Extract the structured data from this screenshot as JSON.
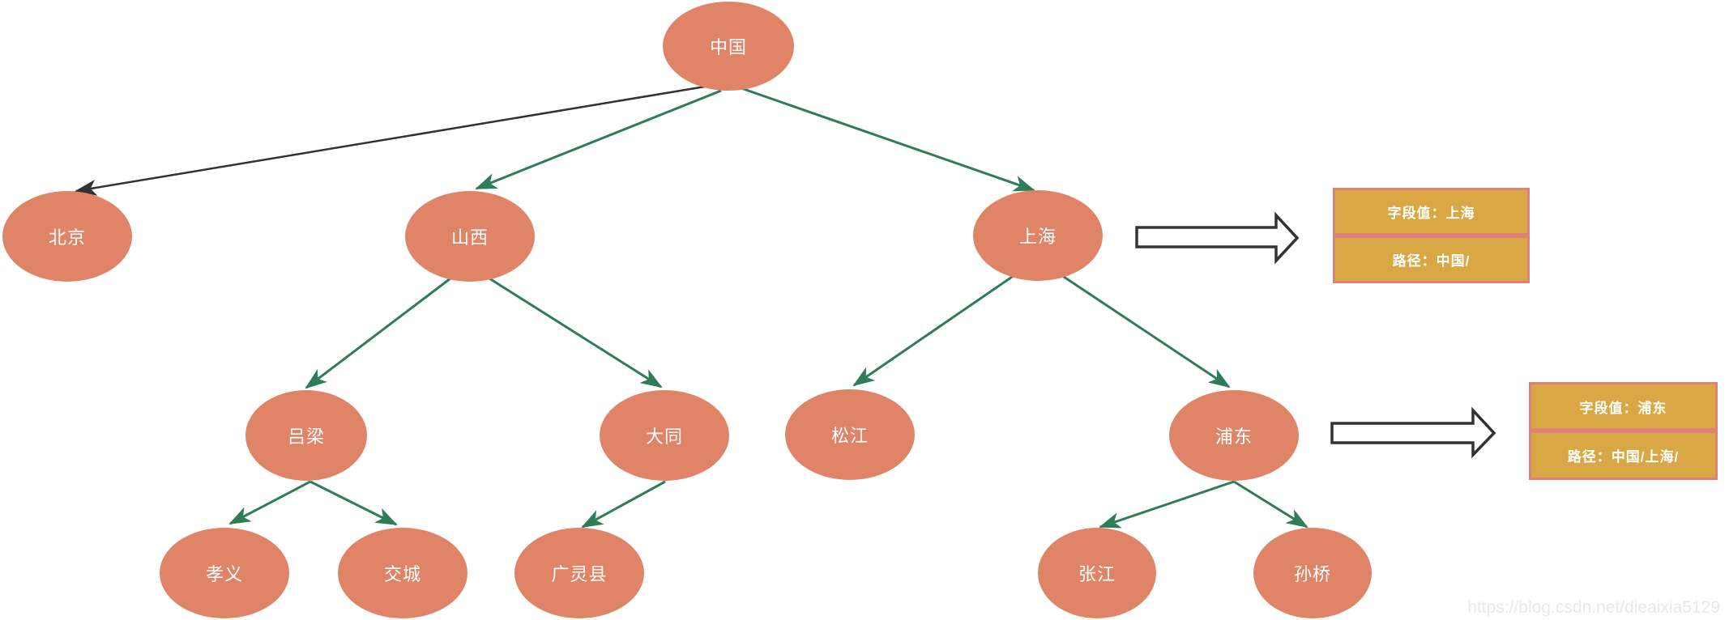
{
  "diagram": {
    "title": "region-tree",
    "colors": {
      "node_fill": "#E08467",
      "node_text": "#FFFFFF",
      "edge_green": "#2F7C59",
      "edge_black": "#333333",
      "annotation_fill": "#D9A844",
      "annotation_border": "#DE8176",
      "annotation_text": "#FFFFFF",
      "watermark_text": "#E9E9E9"
    }
  },
  "nodes": [
    {
      "id": "zhongguo",
      "label": "中国",
      "parent": null
    },
    {
      "id": "beijing",
      "label": "北京",
      "parent": "中国"
    },
    {
      "id": "shanxi",
      "label": "山西",
      "parent": "中国"
    },
    {
      "id": "shanghai",
      "label": "上海",
      "parent": "中国"
    },
    {
      "id": "lvliang",
      "label": "吕梁",
      "parent": "山西"
    },
    {
      "id": "datong",
      "label": "大同",
      "parent": "山西"
    },
    {
      "id": "songjiang",
      "label": "松江",
      "parent": "上海"
    },
    {
      "id": "pudong",
      "label": "浦东",
      "parent": "上海"
    },
    {
      "id": "xiaoyi",
      "label": "孝义",
      "parent": "吕梁"
    },
    {
      "id": "jiaocheng",
      "label": "交城",
      "parent": "吕梁"
    },
    {
      "id": "guanglingxian",
      "label": "广灵县",
      "parent": "大同"
    },
    {
      "id": "zhangjiang",
      "label": "张江",
      "parent": "浦东"
    },
    {
      "id": "sunqiao",
      "label": "孙桥",
      "parent": "浦东"
    }
  ],
  "annotations": [
    {
      "target": "上海",
      "rows": [
        "字段值：上海",
        "路径：中国/"
      ]
    },
    {
      "target": "浦东",
      "rows": [
        "字段值：浦东",
        "路径：中国/上海/"
      ]
    }
  ],
  "watermark": {
    "text": "https://blog.csdn.net/dieaixia5129"
  }
}
